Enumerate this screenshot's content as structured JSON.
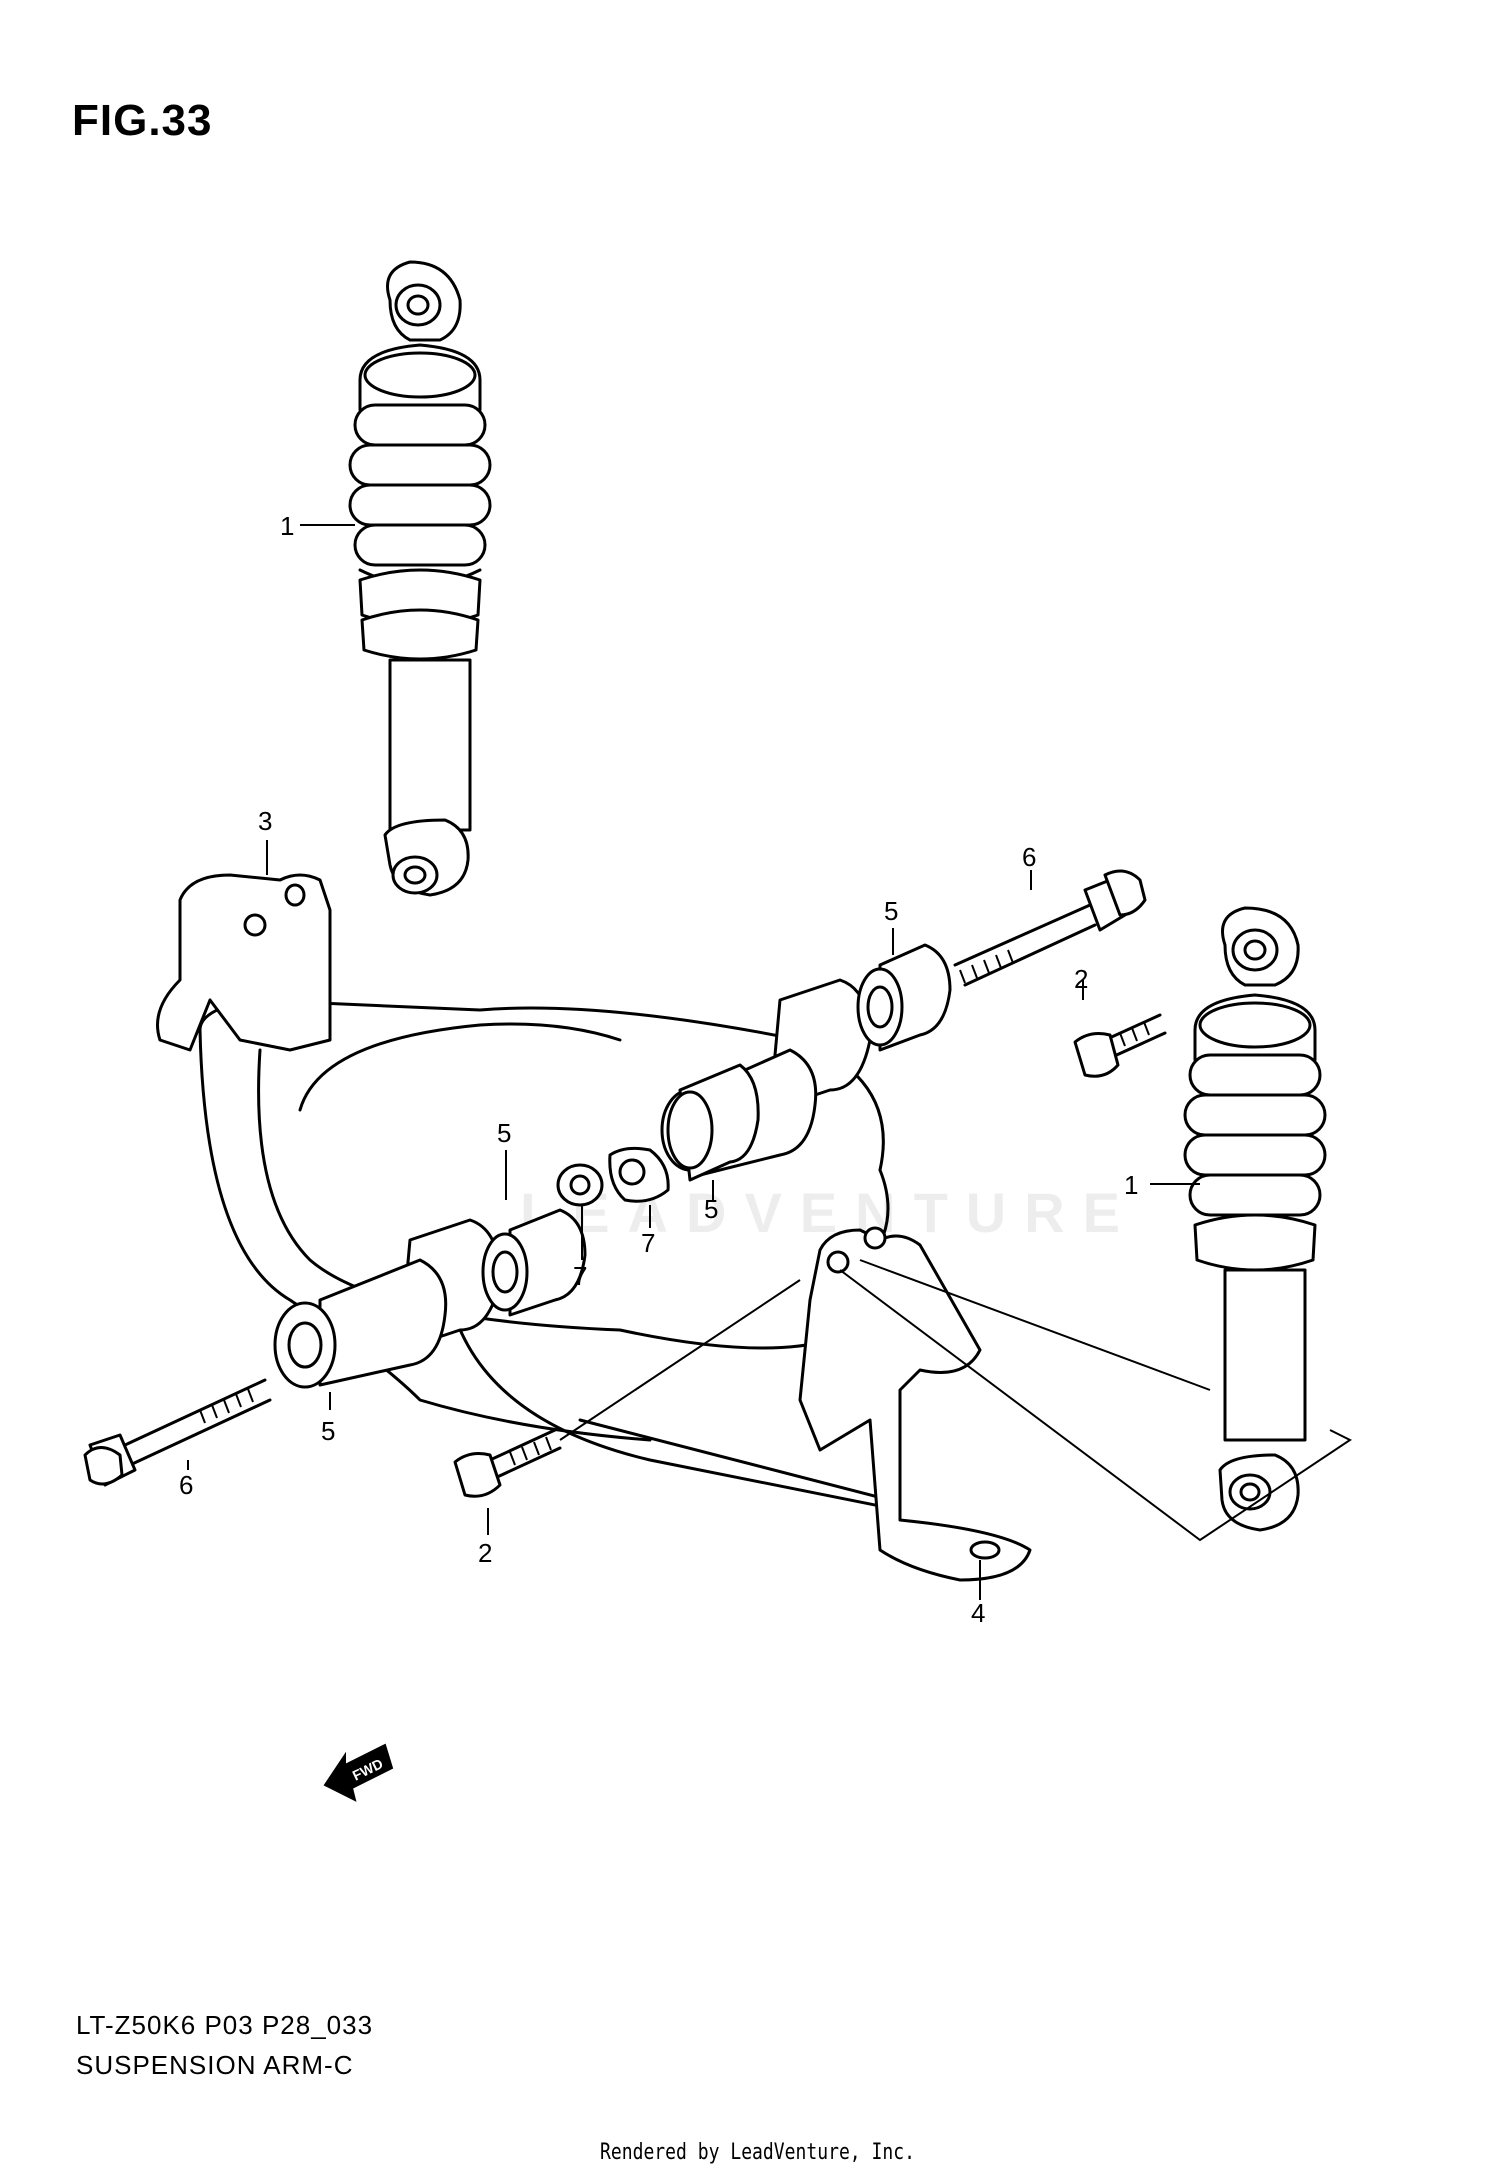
{
  "figure": {
    "title": "FIG.33",
    "model_code": "LT-Z50K6 P03 P28_033",
    "section_title": "SUSPENSION ARM-C",
    "credit": "Rendered by LeadVenture, Inc.",
    "watermark": "LEADVENTURE"
  },
  "callouts": [
    {
      "id": "shock-left",
      "number": "1"
    },
    {
      "id": "shock-right",
      "number": "1"
    },
    {
      "id": "bolt-center",
      "number": "2"
    },
    {
      "id": "bolt-right",
      "number": "2"
    },
    {
      "id": "bracket-left",
      "number": "3"
    },
    {
      "id": "bracket-right",
      "number": "4"
    },
    {
      "id": "bushing-upper",
      "number": "5"
    },
    {
      "id": "bushing-middle-upper",
      "number": "5"
    },
    {
      "id": "bushing-middle",
      "number": "5"
    },
    {
      "id": "bushing-lower",
      "number": "5"
    },
    {
      "id": "pivot-bolt-right",
      "number": "6"
    },
    {
      "id": "pivot-bolt-left",
      "number": "6"
    },
    {
      "id": "spacer-left",
      "number": "7"
    },
    {
      "id": "spacer-right",
      "number": "7"
    }
  ],
  "fwd_arrow": {
    "label": "FWD"
  }
}
